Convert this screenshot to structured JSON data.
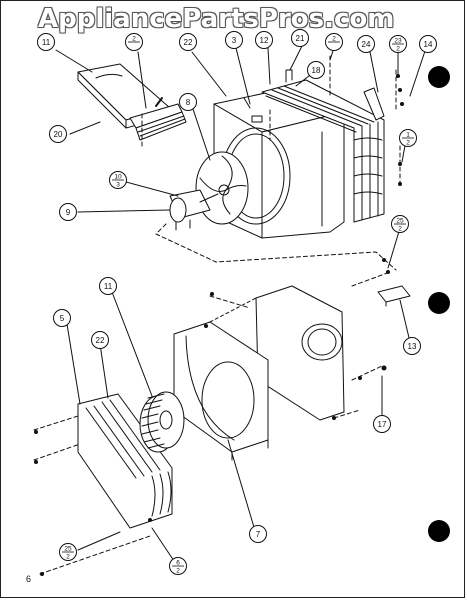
{
  "watermark": "AppliancePartsPros.com",
  "page_number": "6",
  "callouts": [
    {
      "id": "c11a",
      "label": "11"
    },
    {
      "id": "c2a",
      "num": "2",
      "den": ""
    },
    {
      "id": "c22a",
      "label": "22"
    },
    {
      "id": "c3",
      "label": "3"
    },
    {
      "id": "c12",
      "label": "12"
    },
    {
      "id": "c21",
      "label": "21"
    },
    {
      "id": "c2b",
      "num": "2",
      "den": ""
    },
    {
      "id": "c24",
      "label": "24"
    },
    {
      "id": "c23",
      "num": "23",
      "den": "2"
    },
    {
      "id": "c14",
      "label": "14"
    },
    {
      "id": "c18",
      "label": "18"
    },
    {
      "id": "c20",
      "label": "20"
    },
    {
      "id": "c8",
      "label": "8"
    },
    {
      "id": "c1",
      "num": "1",
      "den": "2"
    },
    {
      "id": "c10",
      "num": "10",
      "den": "3"
    },
    {
      "id": "c9",
      "label": "9"
    },
    {
      "id": "c25a",
      "num": "25",
      "den": "2"
    },
    {
      "id": "c13",
      "label": "13"
    },
    {
      "id": "c11b",
      "label": "11"
    },
    {
      "id": "c5",
      "label": "5"
    },
    {
      "id": "c22b",
      "label": "22"
    },
    {
      "id": "c17",
      "label": "17"
    },
    {
      "id": "c7",
      "label": "7"
    },
    {
      "id": "c25b",
      "num": "25",
      "den": "2"
    },
    {
      "id": "c6",
      "num": "6",
      "den": "2"
    }
  ]
}
